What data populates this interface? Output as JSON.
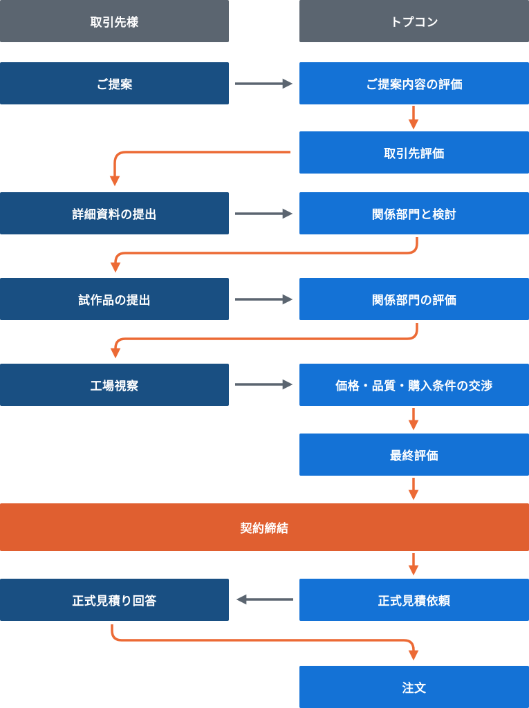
{
  "headers": {
    "partner": "取引先様",
    "topcon": "トプコン"
  },
  "steps": {
    "proposal": "ご提案",
    "proposal_review": "ご提案内容の評価",
    "supplier_review": "取引先評価",
    "detailed_docs": "詳細資料の提出",
    "dept_discussion": "関係部門と検討",
    "prototype": "試作品の提出",
    "dept_review": "関係部門の評価",
    "factory_visit": "工場視察",
    "negotiation": "価格・品質・購入条件の交渉",
    "final_review": "最終評価",
    "contract": "契約締結",
    "quote_request": "正式見積依頼",
    "quote_reply": "正式見積り回答",
    "order": "注文"
  },
  "colors": {
    "header": "#5b6570",
    "partner_step": "#194f82",
    "topcon_step": "#1472d6",
    "contract": "#e05f30",
    "flow_arrow": "#ec6a35",
    "handoff_arrow": "#5b6570"
  }
}
